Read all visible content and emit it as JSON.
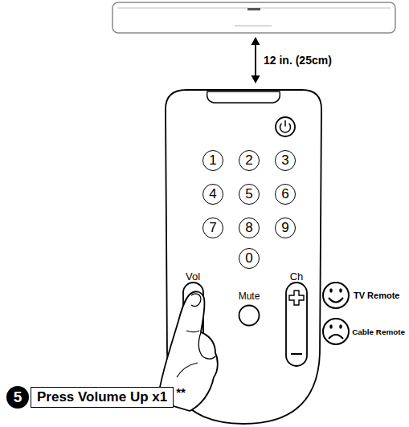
{
  "diagram": {
    "nodes": [
      {
        "text": [
          "1"
        ]
      },
      {
        "text": [
          "2"
        ]
      },
      {
        "text": [
          "3"
        ]
      },
      {
        "text": [
          "4"
        ]
      },
      {
        "text": [
          "5"
        ]
      },
      {
        "text": [
          "6"
        ]
      },
      {
        "text": [
          "7"
        ]
      },
      {
        "text": [
          "8"
        ]
      },
      {
        "text": [
          "9"
        ]
      },
      {
        "text": [
          "0"
        ]
      },
      {
        "text": [
          "5"
        ]
      },
      {
        "text": [
          "Press Volume Up x1"
        ]
      }
    ],
    "labels": [
      "12 in. (25cm)",
      "Vol",
      "Mute",
      "Ch",
      "**"
    ],
    "legend": [
      {
        "text": "TV Remote"
      },
      {
        "text": "Cable Remote"
      }
    ]
  }
}
